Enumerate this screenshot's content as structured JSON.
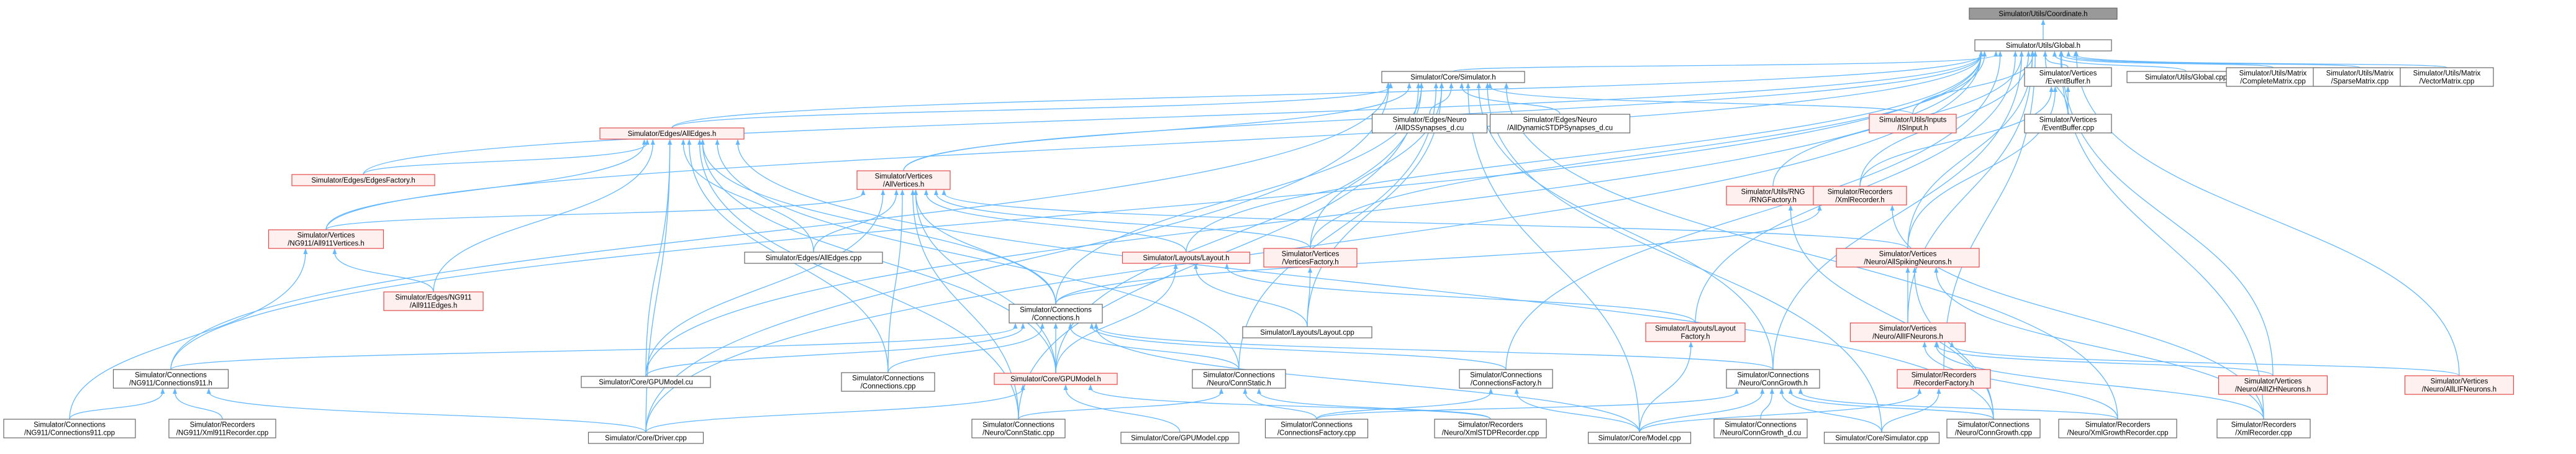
{
  "colors": {
    "edge": "#63b8ff",
    "node_fill": "#ffffff",
    "node_border": "#666666",
    "highlight_fill": "#fff0f0",
    "highlight_border": "#e34a4a",
    "root_fill": "#999999"
  },
  "nodes": [
    {
      "id": "coord",
      "kind": "root",
      "lines": [
        "Simulator/Utils/Coordinate.h"
      ]
    },
    {
      "id": "global_h",
      "kind": "normal",
      "lines": [
        "Simulator/Utils/Global.h"
      ]
    },
    {
      "id": "sim_h",
      "kind": "normal",
      "lines": [
        "Simulator/Core/Simulator.h"
      ]
    },
    {
      "id": "eventbuf_h",
      "kind": "normal",
      "lines": [
        "Simulator/Vertices",
        "/EventBuffer.h"
      ]
    },
    {
      "id": "global_cpp",
      "kind": "normal",
      "lines": [
        "Simulator/Utils/Global.cpp"
      ]
    },
    {
      "id": "completematrix",
      "kind": "normal",
      "lines": [
        "Simulator/Utils/Matrix",
        "/CompleteMatrix.cpp"
      ]
    },
    {
      "id": "sparsematrix",
      "kind": "normal",
      "lines": [
        "Simulator/Utils/Matrix",
        "/SparseMatrix.cpp"
      ]
    },
    {
      "id": "vectormatrix",
      "kind": "normal",
      "lines": [
        "Simulator/Utils/Matrix",
        "/VectorMatrix.cpp"
      ]
    },
    {
      "id": "alledges_h",
      "kind": "highlight",
      "lines": [
        "Simulator/Edges/AllEdges.h"
      ]
    },
    {
      "id": "alldss",
      "kind": "normal",
      "lines": [
        "Simulator/Edges/Neuro",
        "/AllDSSynapses_d.cu"
      ]
    },
    {
      "id": "alldyn",
      "kind": "normal",
      "lines": [
        "Simulator/Edges/Neuro",
        "/AllDynamicSTDPSynapses_d.cu"
      ]
    },
    {
      "id": "isinput",
      "kind": "highlight",
      "lines": [
        "Simulator/Utils/Inputs",
        "/ISInput.h"
      ]
    },
    {
      "id": "eventbuf_cpp",
      "kind": "normal",
      "lines": [
        "Simulator/Vertices",
        "/EventBuffer.cpp"
      ]
    },
    {
      "id": "edgesfactory",
      "kind": "highlight",
      "lines": [
        "Simulator/Edges/EdgesFactory.h"
      ]
    },
    {
      "id": "allvertices_h",
      "kind": "highlight",
      "lines": [
        "Simulator/Vertices",
        "/AllVertices.h"
      ]
    },
    {
      "id": "rngfactory",
      "kind": "highlight",
      "lines": [
        "Simulator/Utils/RNG",
        "/RNGFactory.h"
      ]
    },
    {
      "id": "xmlrecorder_h",
      "kind": "highlight",
      "lines": [
        "Simulator/Recorders",
        "/XmlRecorder.h"
      ]
    },
    {
      "id": "allvertices911",
      "kind": "highlight",
      "lines": [
        "Simulator/Vertices",
        "/NG911/All911Vertices.h"
      ]
    },
    {
      "id": "alledges_cpp",
      "kind": "normal",
      "lines": [
        "Simulator/Edges/AllEdges.cpp"
      ]
    },
    {
      "id": "layout_h",
      "kind": "highlight",
      "lines": [
        "Simulator/Layouts/Layout.h"
      ]
    },
    {
      "id": "verticesfactory",
      "kind": "highlight",
      "lines": [
        "Simulator/Vertices",
        "/VerticesFactory.h"
      ]
    },
    {
      "id": "allspiking",
      "kind": "highlight",
      "lines": [
        "Simulator/Vertices",
        "/Neuro/AllSpikingNeurons.h"
      ]
    },
    {
      "id": "all911edges",
      "kind": "highlight",
      "lines": [
        "Simulator/Edges/NG911",
        "/All911Edges.h"
      ]
    },
    {
      "id": "connections_h",
      "kind": "normal",
      "lines": [
        "Simulator/Connections",
        "/Connections.h"
      ]
    },
    {
      "id": "layout_cpp",
      "kind": "normal",
      "lines": [
        "Simulator/Layouts/Layout.cpp"
      ]
    },
    {
      "id": "layoutfactory",
      "kind": "highlight",
      "lines": [
        "Simulator/Layouts/Layout",
        "Factory.h"
      ]
    },
    {
      "id": "allifneurons",
      "kind": "highlight",
      "lines": [
        "Simulator/Vertices",
        "/Neuro/AllIFNeurons.h"
      ]
    },
    {
      "id": "conn911_h",
      "kind": "normal",
      "lines": [
        "Simulator/Connections",
        "/NG911/Connections911.h"
      ]
    },
    {
      "id": "gpumodel_cu",
      "kind": "normal",
      "lines": [
        "Simulator/Core/GPUModel.cu"
      ]
    },
    {
      "id": "connections_cpp",
      "kind": "normal",
      "lines": [
        "Simulator/Connections",
        "/Connections.cpp"
      ]
    },
    {
      "id": "gpumodel_h",
      "kind": "highlight",
      "lines": [
        "Simulator/Core/GPUModel.h"
      ]
    },
    {
      "id": "connstatic_h",
      "kind": "normal",
      "lines": [
        "Simulator/Connections",
        "/Neuro/ConnStatic.h"
      ]
    },
    {
      "id": "connfactory_h",
      "kind": "normal",
      "lines": [
        "Simulator/Connections",
        "/ConnectionsFactory.h"
      ]
    },
    {
      "id": "conngrowth_h",
      "kind": "normal",
      "lines": [
        "Simulator/Connections",
        "/Neuro/ConnGrowth.h"
      ]
    },
    {
      "id": "recorderfactory",
      "kind": "highlight",
      "lines": [
        "Simulator/Recorders",
        "/RecorderFactory.h"
      ]
    },
    {
      "id": "allizh",
      "kind": "highlight",
      "lines": [
        "Simulator/Vertices",
        "/Neuro/AllIZHNeurons.h"
      ]
    },
    {
      "id": "alllif",
      "kind": "highlight",
      "lines": [
        "Simulator/Vertices",
        "/Neuro/AllLIFNeurons.h"
      ]
    },
    {
      "id": "conn911_cpp",
      "kind": "normal",
      "lines": [
        "Simulator/Connections",
        "/NG911/Connections911.cpp"
      ]
    },
    {
      "id": "xml911",
      "kind": "normal",
      "lines": [
        "Simulator/Recorders",
        "/NG911/Xml911Recorder.cpp"
      ]
    },
    {
      "id": "driver_cpp",
      "kind": "normal",
      "lines": [
        "Simulator/Core/Driver.cpp"
      ]
    },
    {
      "id": "connstatic_cpp",
      "kind": "normal",
      "lines": [
        "Simulator/Connections",
        "/Neuro/ConnStatic.cpp"
      ]
    },
    {
      "id": "gpumodel_cpp",
      "kind": "normal",
      "lines": [
        "Simulator/Core/GPUModel.cpp"
      ]
    },
    {
      "id": "connfactory_cpp",
      "kind": "normal",
      "lines": [
        "Simulator/Connections",
        "/ConnectionsFactory.cpp"
      ]
    },
    {
      "id": "xmlstdp",
      "kind": "normal",
      "lines": [
        "Simulator/Recorders",
        "/Neuro/XmlSTDPRecorder.cpp"
      ]
    },
    {
      "id": "model_cpp",
      "kind": "normal",
      "lines": [
        "Simulator/Core/Model.cpp"
      ]
    },
    {
      "id": "conngrowth_d",
      "kind": "normal",
      "lines": [
        "Simulator/Connections",
        "/Neuro/ConnGrowth_d.cu"
      ]
    },
    {
      "id": "simulator_cpp",
      "kind": "normal",
      "lines": [
        "Simulator/Core/Simulator.cpp"
      ]
    },
    {
      "id": "conngrowth_cpp",
      "kind": "normal",
      "lines": [
        "Simulator/Connections",
        "/Neuro/ConnGrowth.cpp"
      ]
    },
    {
      "id": "xmlgrowth",
      "kind": "normal",
      "lines": [
        "Simulator/Recorders",
        "/Neuro/XmlGrowthRecorder.cpp"
      ]
    },
    {
      "id": "xmlrecorder_cpp",
      "kind": "normal",
      "lines": [
        "Simulator/Recorders",
        "/XmlRecorder.cpp"
      ]
    }
  ],
  "edges": [
    [
      "global_h",
      "coord"
    ],
    [
      "sim_h",
      "global_h"
    ],
    [
      "eventbuf_h",
      "global_h"
    ],
    [
      "global_cpp",
      "global_h"
    ],
    [
      "completematrix",
      "global_h"
    ],
    [
      "sparsematrix",
      "global_h"
    ],
    [
      "vectormatrix",
      "global_h"
    ],
    [
      "alledges_h",
      "global_h"
    ],
    [
      "isinput",
      "global_h"
    ],
    [
      "eventbuf_cpp",
      "global_h"
    ],
    [
      "edgesfactory",
      "global_h"
    ],
    [
      "allvertices_h",
      "global_h"
    ],
    [
      "rngfactory",
      "global_h"
    ],
    [
      "xmlrecorder_h",
      "global_h"
    ],
    [
      "allvertices911",
      "global_h"
    ],
    [
      "layout_h",
      "global_h"
    ],
    [
      "verticesfactory",
      "global_h"
    ],
    [
      "allspiking",
      "global_h"
    ],
    [
      "layoutfactory",
      "global_h"
    ],
    [
      "allifneurons",
      "global_h"
    ],
    [
      "conn911_h",
      "global_h"
    ],
    [
      "gpumodel_cu",
      "global_h"
    ],
    [
      "connfactory_h",
      "global_h"
    ],
    [
      "conngrowth_h",
      "global_h"
    ],
    [
      "recorderfactory",
      "global_h"
    ],
    [
      "allizh",
      "global_h"
    ],
    [
      "alllif",
      "global_h"
    ],
    [
      "driver_cpp",
      "global_h"
    ],
    [
      "xmlrecorder_cpp",
      "global_h"
    ],
    [
      "alledges_h",
      "sim_h"
    ],
    [
      "alldss",
      "sim_h"
    ],
    [
      "alldyn",
      "sim_h"
    ],
    [
      "isinput",
      "sim_h"
    ],
    [
      "allvertices_h",
      "sim_h"
    ],
    [
      "verticesfactory",
      "sim_h"
    ],
    [
      "connections_h",
      "sim_h"
    ],
    [
      "layout_cpp",
      "sim_h"
    ],
    [
      "conn911_h",
      "sim_h"
    ],
    [
      "gpumodel_h",
      "sim_h"
    ],
    [
      "connstatic_h",
      "sim_h"
    ],
    [
      "conngrowth_h",
      "sim_h"
    ],
    [
      "driver_cpp",
      "sim_h"
    ],
    [
      "model_cpp",
      "sim_h"
    ],
    [
      "simulator_cpp",
      "sim_h"
    ],
    [
      "xmlgrowth",
      "sim_h"
    ],
    [
      "connstatic_cpp",
      "sim_h"
    ],
    [
      "eventbuf_cpp",
      "eventbuf_h"
    ],
    [
      "xmlrecorder_h",
      "eventbuf_h"
    ],
    [
      "allspiking",
      "eventbuf_h"
    ],
    [
      "edgesfactory",
      "alledges_h"
    ],
    [
      "allvertices911",
      "alledges_h"
    ],
    [
      "alledges_cpp",
      "alledges_h"
    ],
    [
      "all911edges",
      "alledges_h"
    ],
    [
      "connections_h",
      "alledges_h"
    ],
    [
      "gpumodel_cu",
      "alledges_h"
    ],
    [
      "connections_cpp",
      "alledges_h"
    ],
    [
      "gpumodel_h",
      "alledges_h"
    ],
    [
      "connstatic_h",
      "alledges_h"
    ],
    [
      "driver_cpp",
      "alledges_h"
    ],
    [
      "connstatic_cpp",
      "alledges_h"
    ],
    [
      "conngrowth_cpp",
      "alledges_h"
    ],
    [
      "allvertices911",
      "allvertices_h"
    ],
    [
      "alledges_cpp",
      "allvertices_h"
    ],
    [
      "layout_h",
      "allvertices_h"
    ],
    [
      "verticesfactory",
      "allvertices_h"
    ],
    [
      "allspiking",
      "allvertices_h"
    ],
    [
      "connections_h",
      "allvertices_h"
    ],
    [
      "gpumodel_cu",
      "allvertices_h"
    ],
    [
      "connections_cpp",
      "allvertices_h"
    ],
    [
      "gpumodel_h",
      "allvertices_h"
    ],
    [
      "connstatic_cpp",
      "allvertices_h"
    ],
    [
      "all911edges",
      "allvertices911"
    ],
    [
      "conn911_cpp",
      "allvertices911"
    ],
    [
      "connections_h",
      "layout_h"
    ],
    [
      "layout_cpp",
      "layout_h"
    ],
    [
      "layoutfactory",
      "layout_h"
    ],
    [
      "gpumodel_h",
      "layout_h"
    ],
    [
      "layout_cpp",
      "verticesfactory"
    ],
    [
      "allifneurons",
      "allspiking"
    ],
    [
      "conngrowth_cpp",
      "allspiking"
    ],
    [
      "xmlrecorder_cpp",
      "allspiking"
    ],
    [
      "connections_h",
      "xmlrecorder_h"
    ],
    [
      "xmlrecorder_cpp",
      "xmlrecorder_h"
    ],
    [
      "conngrowth_cpp",
      "rngfactory"
    ],
    [
      "conn911_h",
      "connections_h"
    ],
    [
      "gpumodel_cu",
      "connections_h"
    ],
    [
      "connections_cpp",
      "connections_h"
    ],
    [
      "gpumodel_h",
      "connections_h"
    ],
    [
      "connstatic_h",
      "connections_h"
    ],
    [
      "connfactory_h",
      "connections_h"
    ],
    [
      "conngrowth_h",
      "connections_h"
    ],
    [
      "model_cpp",
      "connections_h"
    ],
    [
      "model_cpp",
      "layoutfactory"
    ],
    [
      "allizh",
      "allifneurons"
    ],
    [
      "alllif",
      "allifneurons"
    ],
    [
      "xmlgrowth",
      "allifneurons"
    ],
    [
      "xmlrecorder_cpp",
      "allifneurons"
    ],
    [
      "conn911_cpp",
      "conn911_h"
    ],
    [
      "xml911",
      "conn911_h"
    ],
    [
      "driver_cpp",
      "conn911_h"
    ],
    [
      "gpumodel_cpp",
      "gpumodel_h"
    ],
    [
      "driver_cpp",
      "gpumodel_h"
    ],
    [
      "xmlstdp",
      "gpumodel_h"
    ],
    [
      "connstatic_cpp",
      "connstatic_h"
    ],
    [
      "connfactory_cpp",
      "connstatic_h"
    ],
    [
      "xmlstdp",
      "connstatic_h"
    ],
    [
      "connfactory_cpp",
      "connfactory_h"
    ],
    [
      "model_cpp",
      "connfactory_h"
    ],
    [
      "conngrowth_d",
      "conngrowth_h"
    ],
    [
      "conngrowth_cpp",
      "conngrowth_h"
    ],
    [
      "simulator_cpp",
      "conngrowth_h"
    ],
    [
      "xmlgrowth",
      "conngrowth_h"
    ],
    [
      "connfactory_cpp",
      "conngrowth_h"
    ],
    [
      "model_cpp",
      "conngrowth_h"
    ],
    [
      "model_cpp",
      "recorderfactory"
    ],
    [
      "simulator_cpp",
      "recorderfactory"
    ]
  ]
}
